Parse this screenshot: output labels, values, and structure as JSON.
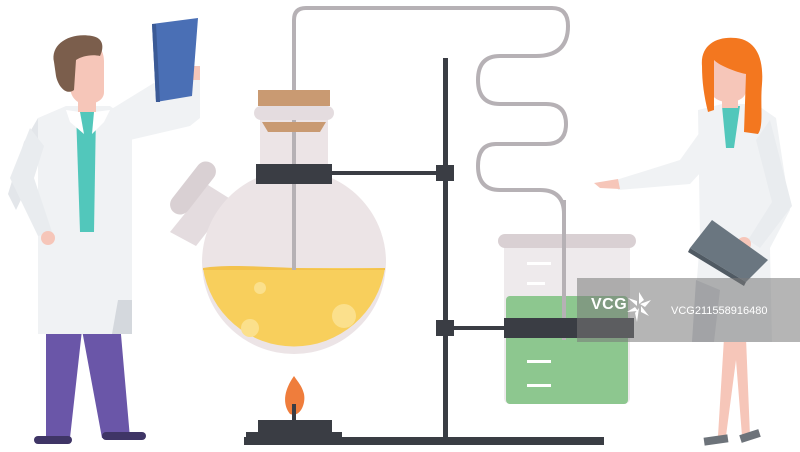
{
  "scene": {
    "subject": "chemistry laboratory experiment",
    "colors": {
      "coat": "#f0f2f4",
      "coat_shadow": "#d4d8dd",
      "skin": "#f6c6b9",
      "hair_male": "#7b5e4c",
      "hair_female": "#f3771f",
      "tie": "#52c7bb",
      "trousers": "#6a56a8",
      "clipboard_blue": "#4a6fb5",
      "clipboard_gray": "#6a7680",
      "glass": "#ece4e6",
      "yellow_liquid": "#f8cf5c",
      "green_liquid": "#8dc78f",
      "cork": "#c99a72",
      "stand": "#3a3d44",
      "tube": "#b6b1b5",
      "flame": "#ef7d3c"
    }
  },
  "watermark": {
    "logo": "VCG",
    "id_text": "VCG211558916480"
  }
}
